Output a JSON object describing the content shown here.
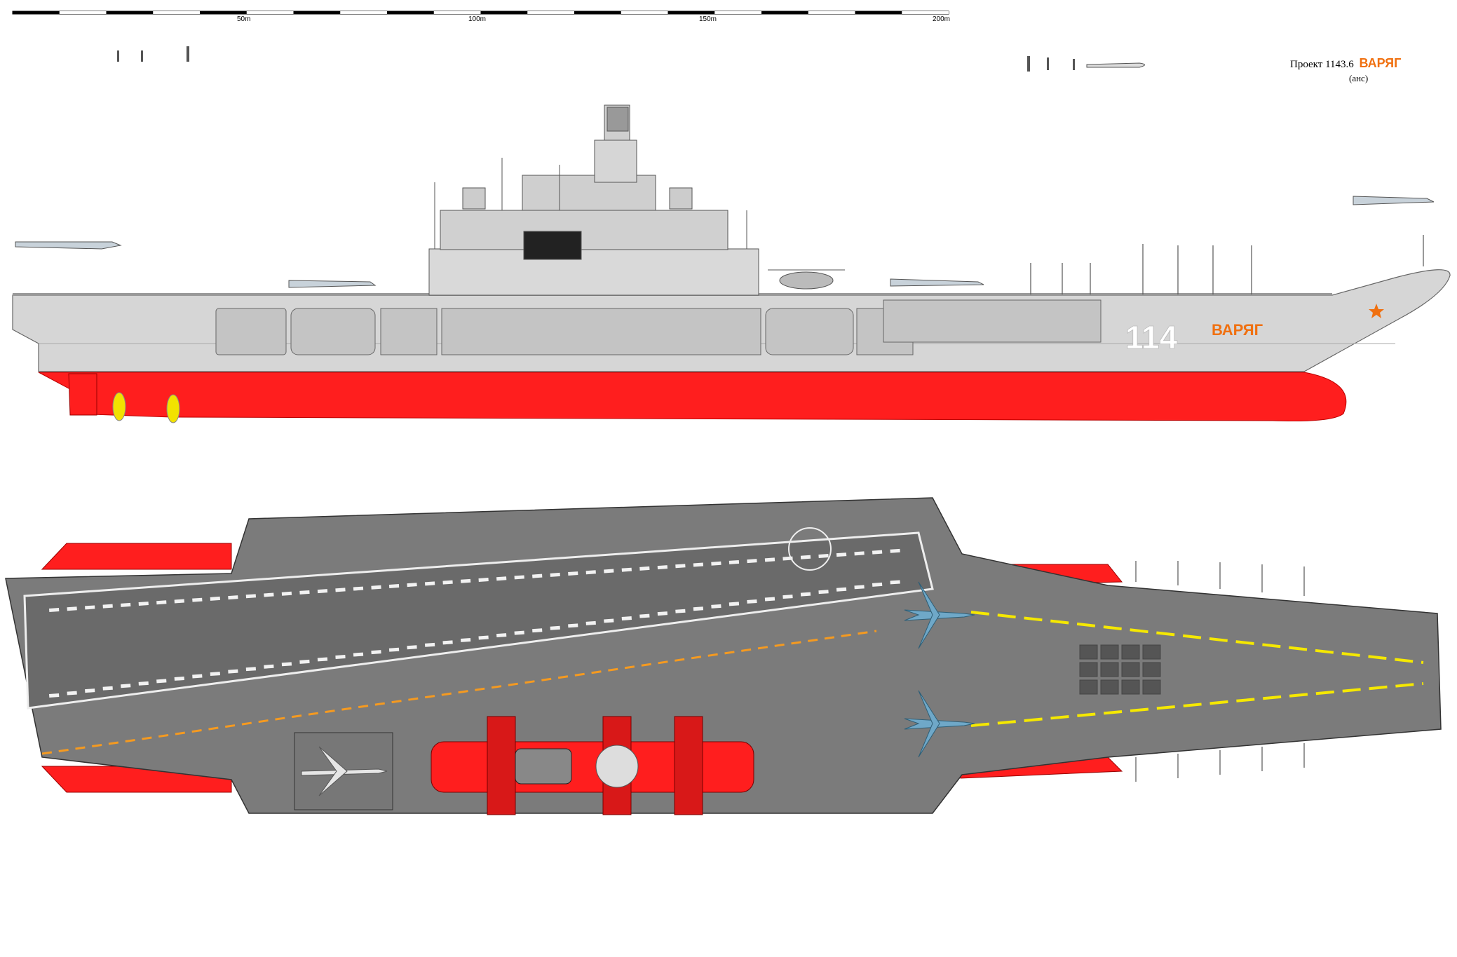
{
  "scale_bar": {
    "labels": [
      "50m",
      "100m",
      "150m",
      "200m"
    ]
  },
  "title": {
    "project": "Проект 1143.6",
    "name": "ВАРЯГ",
    "author": "(анс)"
  },
  "hull": {
    "number": "114",
    "name": "ВАРЯГ"
  },
  "colors": {
    "hull_red": "#ff1e1e",
    "hull_grey": "#d6d6d6",
    "deck_grey": "#7b7b7b",
    "runway": "#6a6a6a",
    "name_orange": "#f07010",
    "guide_yellow": "#f5e800",
    "guide_orange": "#f59a20",
    "aircraft_blue": "#6fa8c8",
    "propeller_yellow": "#f2e200"
  },
  "icons": [
    "aircraft-icon",
    "helicopter-icon",
    "propeller-icon",
    "missile-icon",
    "star-icon",
    "radar-icon"
  ]
}
